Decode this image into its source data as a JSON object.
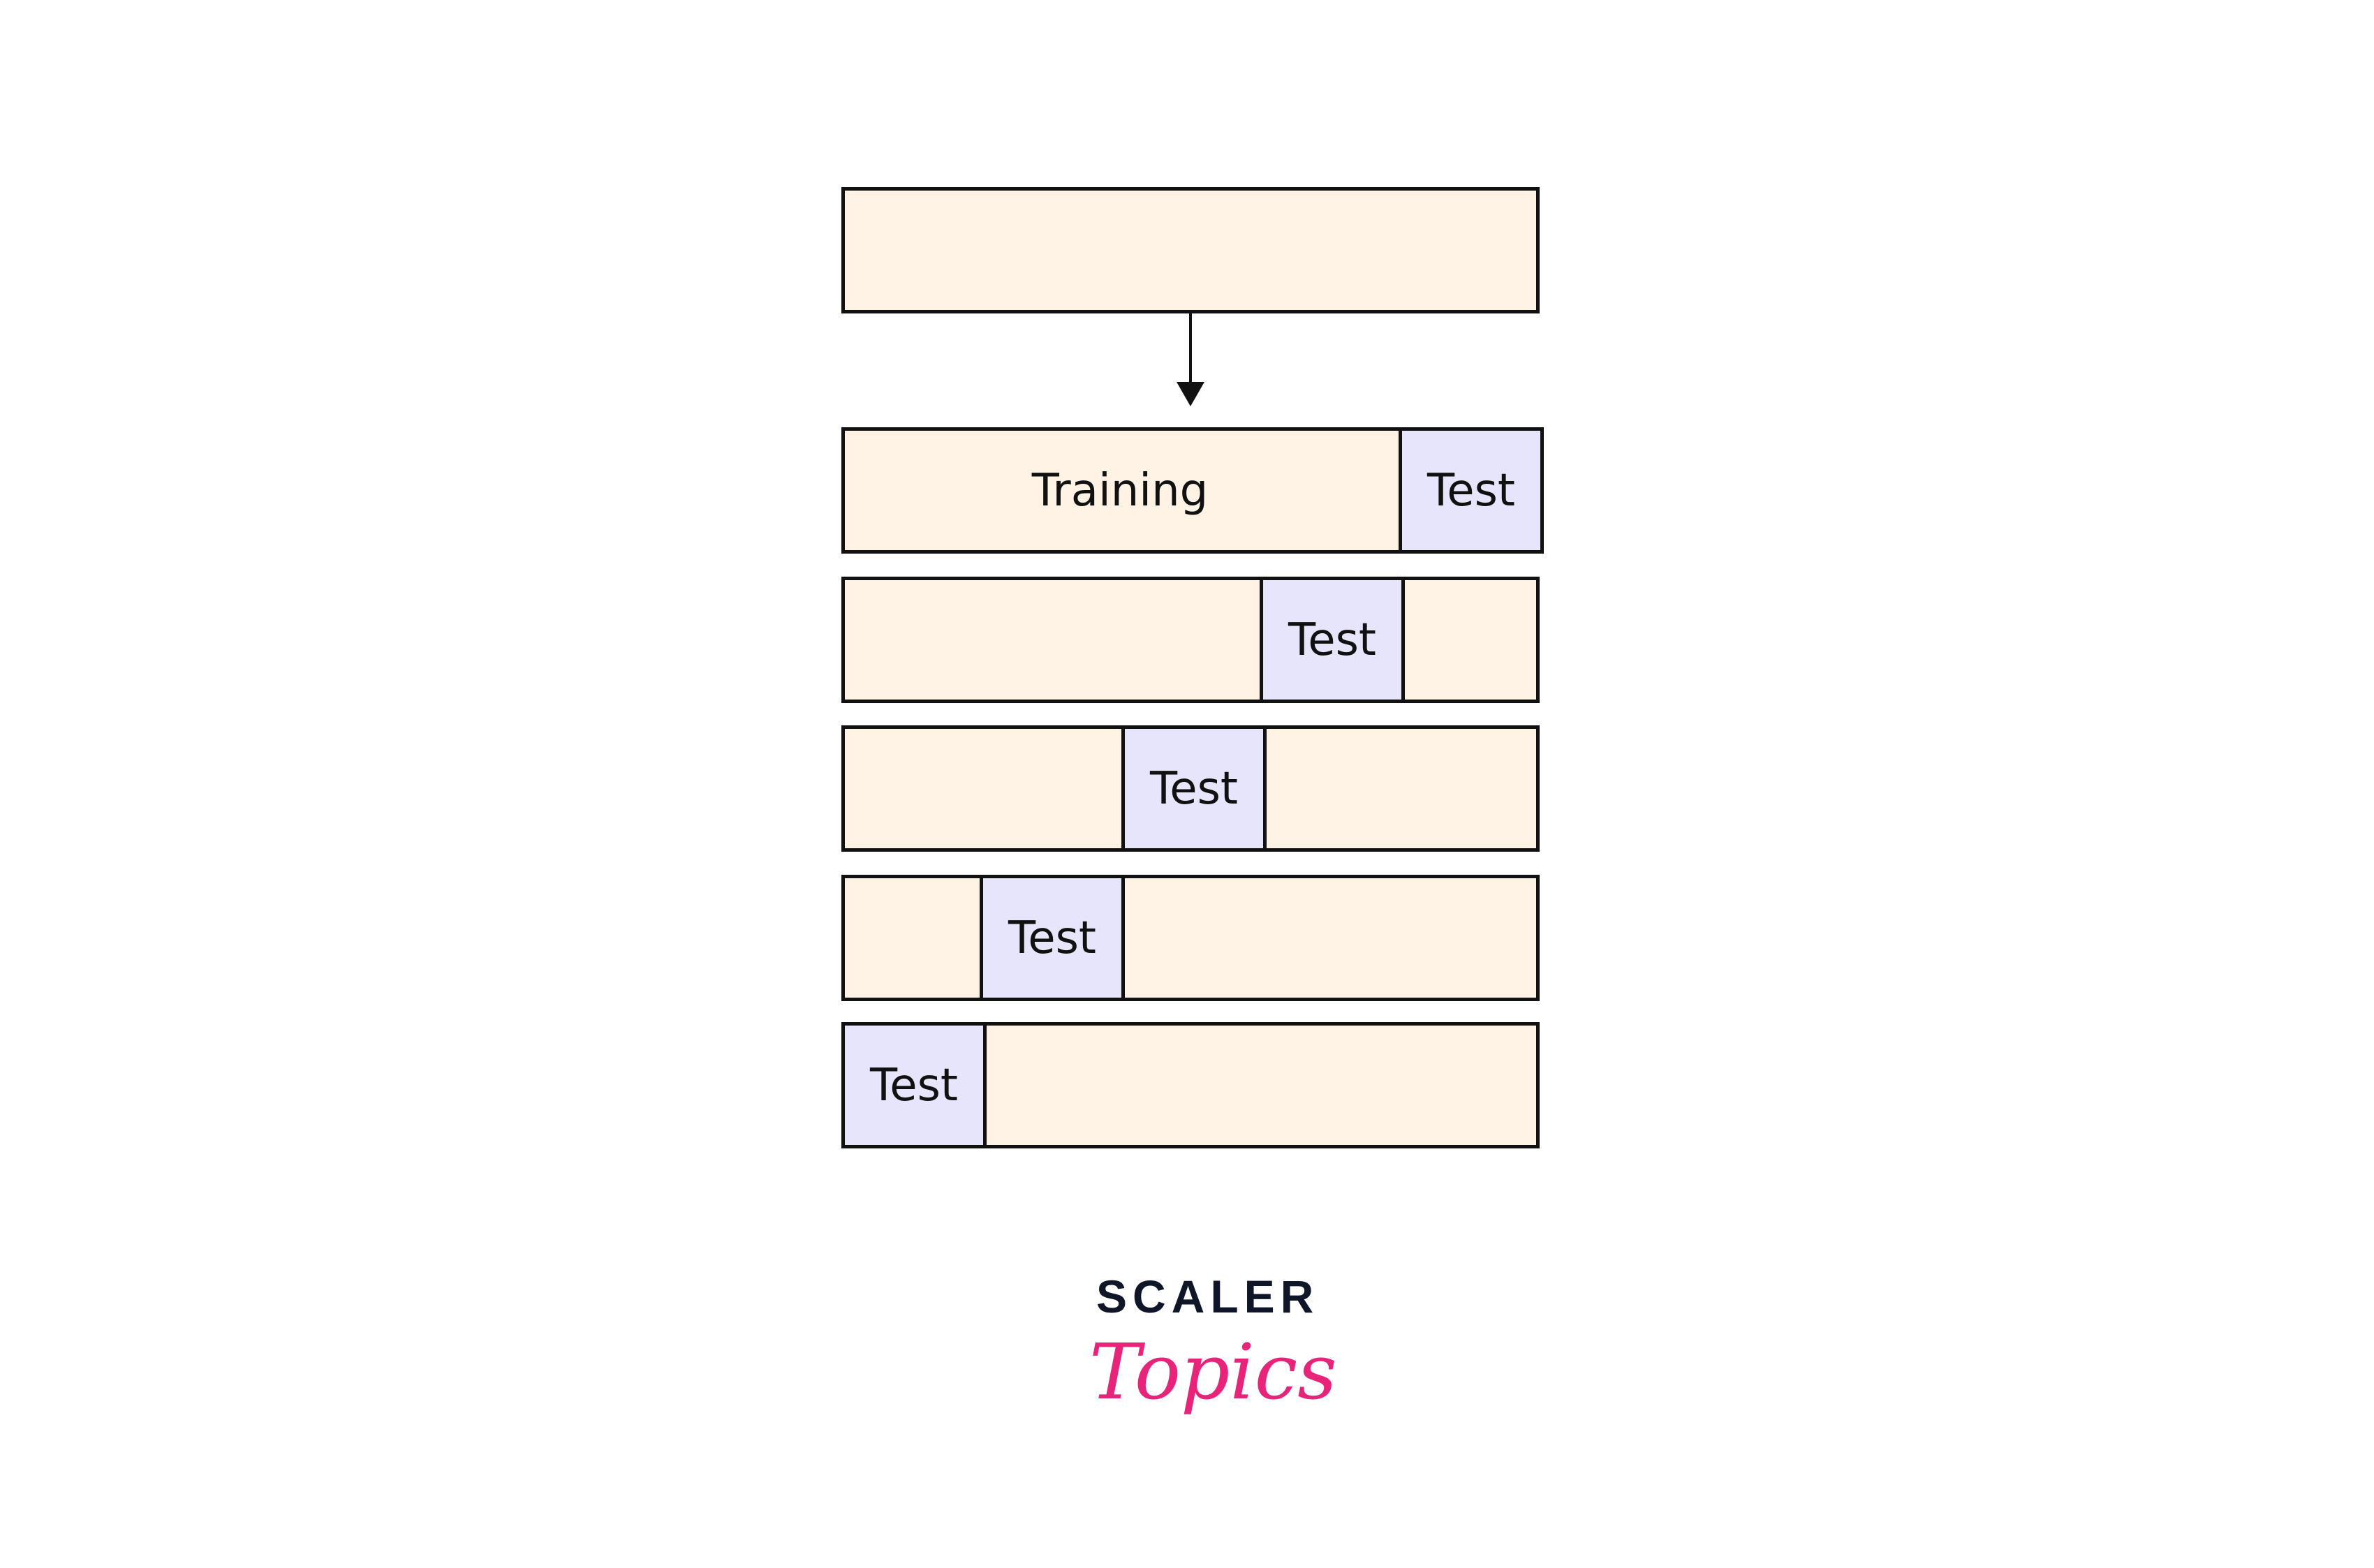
{
  "diagram": {
    "training_label": "Training",
    "test_label": "Test",
    "folds": 5,
    "fill_training": "#fef3e5",
    "fill_test": "#e6e5fb"
  },
  "logo": {
    "line1": "SCALER",
    "line2": "Topics",
    "color_dark": "#0e1628",
    "color_accent": "#e8237a"
  }
}
